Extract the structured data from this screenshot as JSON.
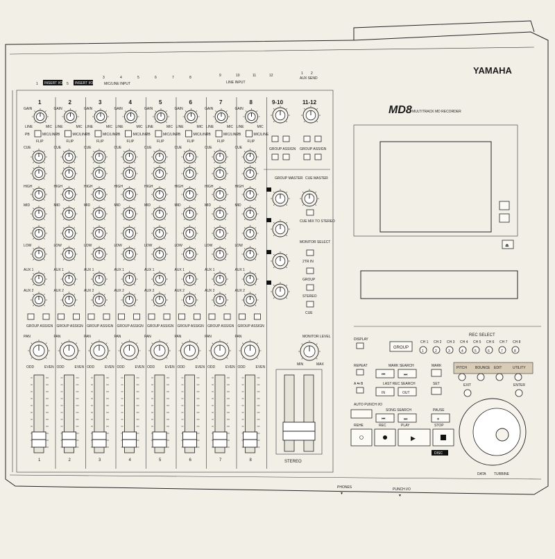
{
  "brand": "YAMAHA",
  "model": "MD8",
  "model_sub": "MULTITRACK MD RECORDER",
  "top_labels": {
    "insert1": "INSERT I/O",
    "insert2": "INSERT I/O",
    "mic_line": "MIC/LINE INPUT",
    "line_input": "LINE INPUT",
    "aux_send": "AUX SEND",
    "ch_nums_a": [
      "1",
      "2",
      "3",
      "4",
      "5",
      "6",
      "7",
      "8"
    ],
    "ch_nums_b": [
      "9",
      "10",
      "11",
      "12"
    ],
    "aux_nums": [
      "1",
      "2"
    ],
    "prefix1": "1",
    "prefix2": "5"
  },
  "channels": [
    "1",
    "2",
    "3",
    "4",
    "5",
    "6",
    "7",
    "8"
  ],
  "strip_labels": {
    "gain": "GAIN",
    "line": "LINE",
    "mic": "MIC",
    "pb": "PB",
    "mic_line": "MIC/LINE",
    "flip": "FLIP",
    "cue": "CUE",
    "high": "HIGH",
    "mid": "MID",
    "low": "LOW",
    "aux1": "AUX 1",
    "aux2": "AUX 2",
    "group_assign": "GROUP ASSIGN",
    "pan": "PAN",
    "odd": "ODD",
    "even": "EVEN"
  },
  "stereo_section": {
    "ch910": "9-10",
    "ch1112": "11-12",
    "group_assign": "GROUP ASSIGN",
    "group_master": "GROUP MASTER",
    "cue_master": "CUE MASTER",
    "cue_mix": "CUE MIX TO STEREO",
    "monitor_select": "MONITOR SELECT",
    "two_tr_in": "2TR IN",
    "group": "GROUP",
    "stereo": "STEREO",
    "cue": "CUE",
    "monitor_level": "MONITOR LEVEL",
    "stereo_fader": "STEREO",
    "min": "MIN",
    "max": "MAX"
  },
  "recorder": {
    "display": "DISPLAY",
    "group": "GROUP",
    "rec_select": "REC SELECT",
    "ch_buttons": [
      "CH 1",
      "CH 2",
      "CH 3",
      "CH 4",
      "CH 5",
      "CH 6",
      "CH 7",
      "CH 8"
    ],
    "ch_digits": [
      "1",
      "2",
      "3",
      "4",
      "5",
      "6",
      "7",
      "8"
    ],
    "repeat": "REPEAT",
    "a_b": "A ⇆ B",
    "mark_search": "MARK SEARCH",
    "mark": "MARK",
    "last_rec_search": "LAST REC SEARCH",
    "in": "IN",
    "out": "OUT",
    "set": "SET",
    "pitch": "PITCH",
    "bounce": "BOUNCE",
    "edit": "EDIT",
    "utility": "UTILITY",
    "exit": "EXIT",
    "enter": "ENTER",
    "auto_punch": "AUTO PUNCH I/O",
    "song_search": "SONG SEARCH",
    "pause": "PAUSE",
    "rehe": "REHE",
    "rec": "REC",
    "play": "PLAY",
    "stop": "STOP",
    "disc": "DISC",
    "data": "DATA",
    "turbine": "TURBINE"
  },
  "bottom": {
    "phones": "PHONES",
    "punch_io": "PUNCH I/O",
    "fader_nums": [
      "1",
      "2",
      "3",
      "4",
      "5",
      "6",
      "7",
      "8"
    ],
    "stereo": "STEREO"
  }
}
